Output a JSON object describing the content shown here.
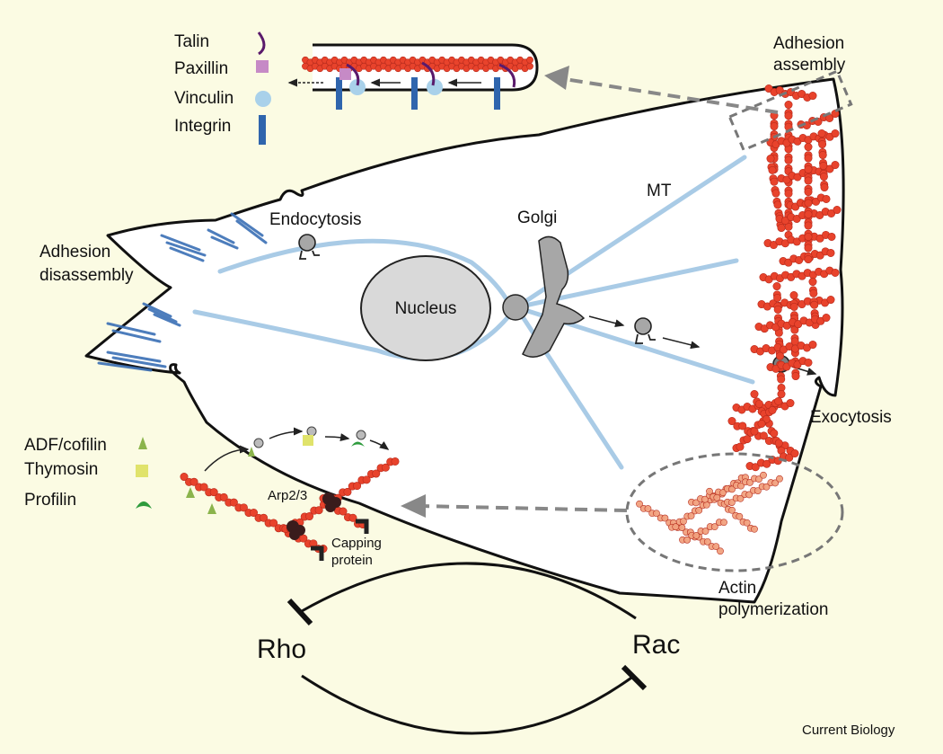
{
  "legend_top": {
    "talin": "Talin",
    "paxillin": "Paxillin",
    "vinculin": "Vinculin",
    "integrin": "Integrin"
  },
  "legend_bottom": {
    "cofilin": "ADF/cofilin",
    "thymosin": "Thymosin",
    "profilin": "Profilin"
  },
  "labels": {
    "adhesion_assembly_1": "Adhesion",
    "adhesion_assembly_2": "assembly",
    "adhesion_disassembly_1": "Adhesion",
    "adhesion_disassembly_2": "disassembly",
    "endocytosis": "Endocytosis",
    "golgi": "Golgi",
    "mt": "MT",
    "nucleus": "Nucleus",
    "exocytosis": "Exocytosis",
    "arp23": "Arp2/3",
    "capping_1": "Capping",
    "capping_2": "protein",
    "actin_polym_1": "Actin",
    "actin_polym_2": "polymerization",
    "rho": "Rho",
    "rac": "Rac",
    "credit": "Current Biology"
  },
  "colors": {
    "background": "#fbfbe3",
    "cell_fill": "#ffffff",
    "actin": "#e8432c",
    "actin_light": "#f2a27f",
    "microtubule": "#a9cbe6",
    "talin": "#5a1a6b",
    "paxillin": "#c68ac6",
    "vinculin": "#a9d1ea",
    "integrin": "#2f65ad",
    "cofilin": "#8bb44c",
    "thymosin": "#e0e36b",
    "profilin": "#2e9b3d",
    "organelle": "#a7a7a7",
    "adhesion_blue": "#3a6fb5"
  }
}
